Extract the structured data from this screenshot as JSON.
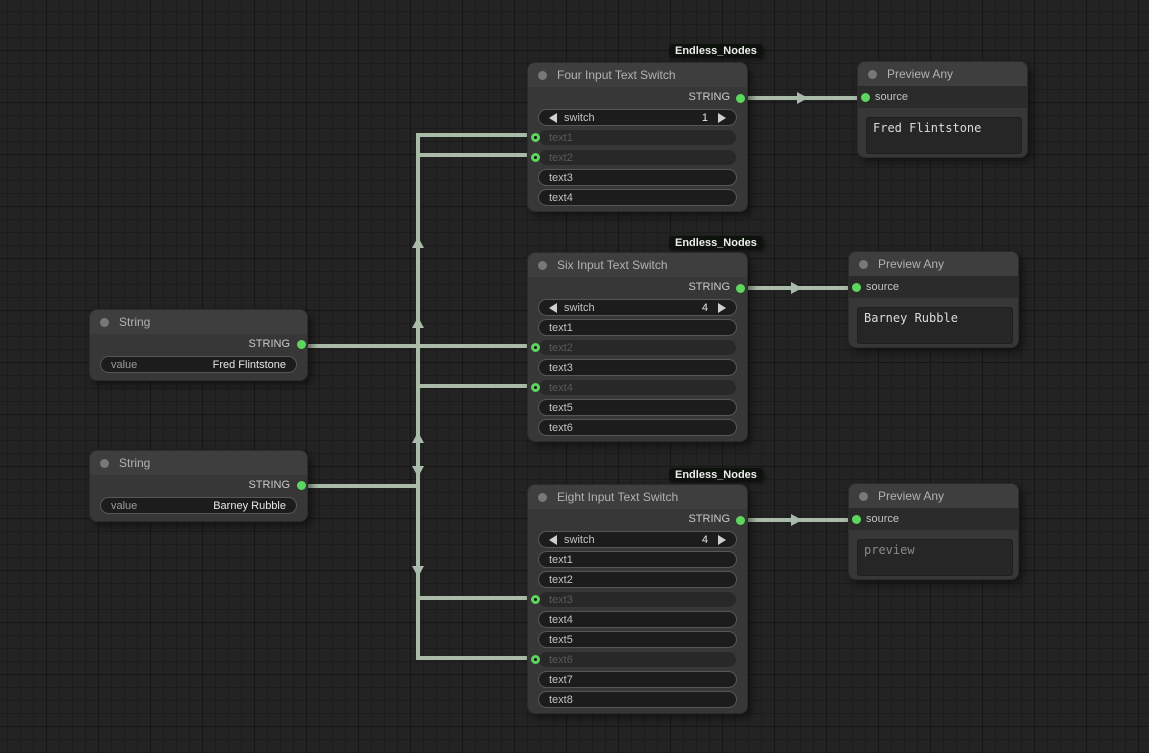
{
  "colors": {
    "accent_green": "#5cd65c",
    "link": "#aabbaa",
    "node_bg": "#373737",
    "canvas_bg": "#232323",
    "badge_bg": "#0d120d"
  },
  "badge_label": "Endless_Nodes",
  "nodes": {
    "four_switch": {
      "title": "Four Input Text Switch",
      "output_type": "STRING",
      "switch_widget": {
        "label": "switch",
        "value": "1"
      },
      "inputs": [
        "text1",
        "text2",
        "text3",
        "text4"
      ]
    },
    "six_switch": {
      "title": "Six Input Text Switch",
      "output_type": "STRING",
      "switch_widget": {
        "label": "switch",
        "value": "4"
      },
      "inputs": [
        "text1",
        "text2",
        "text3",
        "text4",
        "text5",
        "text6"
      ]
    },
    "eight_switch": {
      "title": "Eight Input Text Switch",
      "output_type": "STRING",
      "switch_widget": {
        "label": "switch",
        "value": "4"
      },
      "inputs": [
        "text1",
        "text2",
        "text3",
        "text4",
        "text5",
        "text6",
        "text7",
        "text8"
      ]
    },
    "string_fred": {
      "title": "String",
      "output_type": "STRING",
      "widget_label": "value",
      "widget_value": "Fred Flintstone"
    },
    "string_barney": {
      "title": "String",
      "output_type": "STRING",
      "widget_label": "value",
      "widget_value": "Barney Rubble"
    },
    "preview_fred": {
      "title": "Preview Any",
      "input_label": "source",
      "content": "Fred Flintstone"
    },
    "preview_barney": {
      "title": "Preview Any",
      "input_label": "source",
      "content": "Barney Rubble"
    },
    "preview_bottom": {
      "title": "Preview Any",
      "input_label": "source",
      "content": "preview"
    }
  }
}
